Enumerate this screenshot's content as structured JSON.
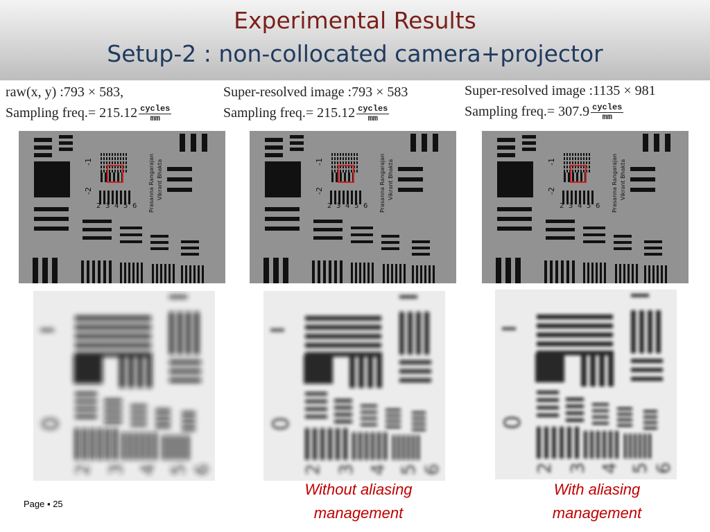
{
  "slide": {
    "title": "Experimental Results",
    "subtitle": "Setup-2 : non-collocated camera+projector",
    "page": "Page ▪ 25"
  },
  "captions": [
    {
      "line1": "raw(x, y) :793 × 583,",
      "line2": "Sampling freq.= 215.12",
      "unit_num": "cycles",
      "unit_den": "mm"
    },
    {
      "line1": "Super-resolved image :793 × 583",
      "line2": "Sampling freq.= 215.12",
      "unit_num": "cycles",
      "unit_den": "mm"
    },
    {
      "line1": "Super-resolved image :1135 × 981",
      "line2": "Sampling freq.= 307.9",
      "unit_num": "cycles",
      "unit_den": "mm"
    }
  ],
  "target": {
    "group_labels": [
      "-1",
      "-2"
    ],
    "element_numbers": [
      "2",
      "3",
      "4",
      "5",
      "6"
    ],
    "text_1": "Prasanna Rangarajan",
    "text_2": "Vikrant Bhakta",
    "blur_numbers": [
      "0",
      "2",
      "3",
      "4",
      "5",
      "6"
    ]
  },
  "bottom_labels": [
    {
      "line1": "Without aliasing",
      "line2": "management"
    },
    {
      "line1": "With aliasing",
      "line2": "management"
    }
  ],
  "colors": {
    "title": "#7a1f1a",
    "subtitle": "#1f3a5f",
    "label": "#c00000",
    "highlight_box": "#d02020"
  }
}
